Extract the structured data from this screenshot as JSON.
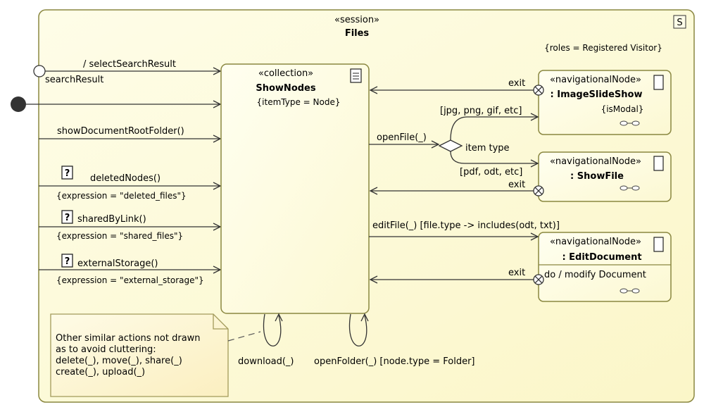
{
  "session": {
    "stereotype": "«session»",
    "name": "Files",
    "icon": "S",
    "roles": "{roles = Registered Visitor}"
  },
  "collection": {
    "stereotype": "«collection»",
    "name": "ShowNodes",
    "tag": "{itemType = Node}"
  },
  "entries": {
    "select_search_result": "/ selectSearchResult",
    "search_result": "searchResult",
    "show_root": "showDocumentRootFolder()",
    "deleted_nodes": "deletedNodes()",
    "deleted_expr": "{expression = \"deleted_files\"}",
    "shared_by_link": "sharedByLink()",
    "shared_expr": "{expression = \"shared_files\"}",
    "external_storage": "externalStorage()",
    "external_expr": "{expression = \"external_storage\"}",
    "question_mark": "?"
  },
  "nodes": {
    "image_slideshow": {
      "stereotype": "«navigationalNode»",
      "name": ": ImageSlideShow",
      "tag": "{isModal}"
    },
    "show_file": {
      "stereotype": "«navigationalNode»",
      "name": ": ShowFile"
    },
    "edit_document": {
      "stereotype": "«navigationalNode»",
      "name": ": EditDocument",
      "action": "do / modify Document"
    }
  },
  "transitions": {
    "open_file": "openFile(_)",
    "item_type": "item type",
    "images_guard": "[jpg, png, gif, etc]",
    "docs_guard": "[pdf, odt, etc]",
    "exit": "exit",
    "edit_file": "editFile(_) [file.type -> includes(odt, txt)]",
    "download": "download(_)",
    "open_folder": "openFolder(_) [node.type = Folder]"
  },
  "note": {
    "lines": [
      "Other similar actions not drawn",
      "as to avoid cluttering:",
      "delete(_), move(_), share(_)",
      "create(_), upload(_)"
    ]
  },
  "colors": {
    "session_fill": "#fdfbdc",
    "state_fill": "#fefce4",
    "note_fill": "#fdf5d2",
    "border": "#8a8740",
    "line": "#333333"
  }
}
